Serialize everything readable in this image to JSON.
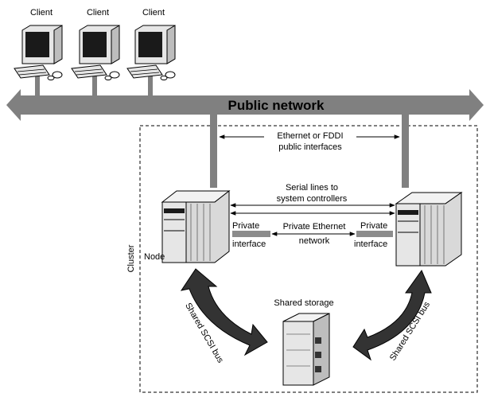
{
  "network": {
    "public_label": "Public network",
    "public_interfaces": [
      "Ethernet or FDDI",
      "public interfaces"
    ],
    "serial_lines": [
      "Serial lines to",
      "system controllers"
    ],
    "private_ethernet": [
      "Private Ethernet",
      "network"
    ],
    "private_interface_left": [
      "Private",
      "interface"
    ],
    "private_interface_right": [
      "Private",
      "interface"
    ]
  },
  "clients": [
    {
      "label": "Client"
    },
    {
      "label": "Client"
    },
    {
      "label": "Client"
    }
  ],
  "cluster": {
    "label": "Cluster",
    "node_label": "Node",
    "shared_storage_label": "Shared storage",
    "bus_left": "Shared SCSI bus",
    "bus_right": "Shared SCSI bus"
  },
  "colors": {
    "network_bar": "#808080",
    "bus_arrow": "#333333",
    "link_gray": "#8c8c8c",
    "equipment_light": "#e6e6e6",
    "equipment_dark": "#1a1a1a"
  },
  "icons": {
    "client": "desktop-computer-icon",
    "server": "server-tower-icon",
    "storage": "disk-storage-icon"
  }
}
